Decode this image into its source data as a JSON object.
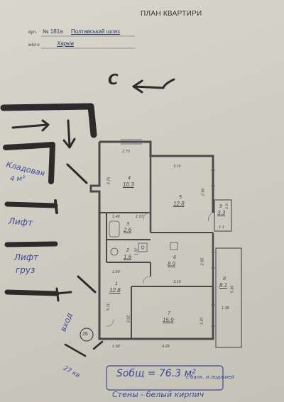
{
  "header": {
    "title": "ПЛАН КВАРТИРИ",
    "street_label": "вул.",
    "street_number": "№ 181а",
    "street_name": "Полтавський шлях",
    "city_label": "місто",
    "city_name": "Харків"
  },
  "rooms": [
    {
      "num": "4",
      "area": "10.3"
    },
    {
      "num": "5",
      "area": "12.8"
    },
    {
      "num": "9",
      "area": "3.3"
    },
    {
      "num": "3",
      "area": "2.6"
    },
    {
      "num": "2",
      "area": "1.6"
    },
    {
      "num": "6",
      "area": "8.9"
    },
    {
      "num": "8",
      "area": "8.1"
    },
    {
      "num": "1",
      "area": "12.8"
    },
    {
      "num": "7",
      "area": "15.9"
    }
  ],
  "dimensions": {
    "d_2_73": "2.73",
    "d_3_16_top": "3.16",
    "d_3_76": "3.76",
    "d_2_96": "2.96",
    "d_1_0": "1.0",
    "d_1_48": "1.48",
    "d_1_07": "1.07",
    "d_1_1": "1.1",
    "d_1_37": "1.37",
    "d_2_85": "2.85",
    "d_3_16_mid": "3.16",
    "d_1_60": "1.60",
    "d_5_36": "5.36",
    "d_1_38": "1.38",
    "d_5_11": "5.11",
    "d_3_82": "3.82",
    "d_3_20": "3.20",
    "d_1_58": "1.58",
    "d_4_28": "4.28",
    "stair_no": "26"
  },
  "handwriting": {
    "north": "С",
    "storage_1": "Кладовая",
    "storage_2": "4 м²",
    "lift": "Лифт",
    "lift_cargo_1": "Лифт",
    "lift_cargo_2": "груз",
    "entrance": "вход",
    "apt": "27 кв",
    "total_area": "Sобщ = 76.3 м²",
    "total_note": "с балк. и лоджией",
    "walls": "Стены - белый кирпич"
  }
}
